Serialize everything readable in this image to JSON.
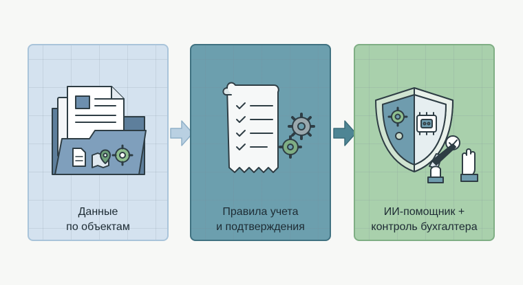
{
  "steps": [
    {
      "line1": "Данные",
      "line2": "по объектам",
      "icon": "folder-documents-icon"
    },
    {
      "line1": "Правила учета",
      "line2": "и подтверждения",
      "icon": "checklist-gears-icon"
    },
    {
      "line1": "ИИ-помощник +",
      "line2": "контроль бухгалтера",
      "icon": "ai-shield-hands-icon"
    }
  ],
  "colors": {
    "card1": "#d4e2ef",
    "card2": "#6c9fae",
    "card3": "#a9d0ac",
    "arrow1": "#b9d0e2",
    "arrow2": "#4e8594",
    "stroke": "#2e3d44"
  }
}
